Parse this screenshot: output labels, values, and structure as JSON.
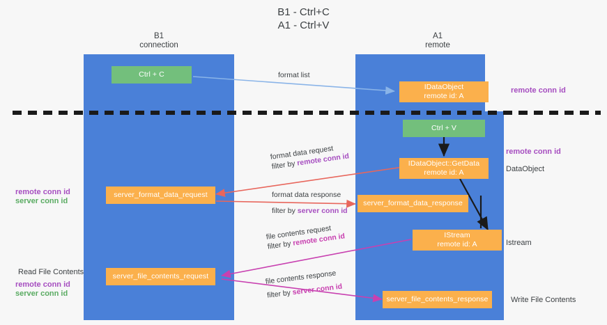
{
  "title": "B1 - Ctrl+C\nA1 - Ctrl+V",
  "lanes": [
    {
      "id": "b1",
      "header": "B1\nconnection"
    },
    {
      "id": "a1",
      "header": "A1\nremote"
    }
  ],
  "colors": {
    "lane": "#4a80d8",
    "green_box": "#73bf7c",
    "orange_box": "#fbb04c",
    "remote_conn_id": "#a64ec0",
    "server_conn_id": "#5aab62",
    "arrow_format_list": "#8ab4e8",
    "arrow_format_data": "#e8665c",
    "arrow_file_contents": "#c840b0",
    "arrow_black": "#1a1a1a",
    "divider": "#1a1a1a",
    "background": "#f7f7f7"
  },
  "boxes": {
    "ctrl_c": "Ctrl + C",
    "ctrl_v": "Ctrl + V",
    "idataobject": "IDataObject\nremote id: A",
    "idataobject_getdata": "IDataObject::GetData\nremote id: A",
    "istream": "IStream\nremote id: A",
    "server_format_data_request": "server_format_data_request",
    "server_format_data_response": "server_format_data_response",
    "server_file_contents_request": "server_file_contents_request",
    "server_file_contents_response": "server_file_contents_response"
  },
  "edge_labels": {
    "format_list": "format list",
    "format_data_request": "format data request",
    "format_data_request_filter_prefix": "filter by ",
    "format_data_request_filter_value": "remote conn id",
    "format_data_response": "format data response",
    "format_data_response_filter_prefix": "filter by ",
    "format_data_response_filter_value": "server conn id",
    "file_contents_request": "file contents request",
    "file_contents_request_filter_prefix": "filter by ",
    "file_contents_request_filter_value": "remote conn id",
    "file_contents_response": "file contents response",
    "file_contents_response_filter_prefix": "filter by ",
    "file_contents_response_filter_value": "server conn id"
  },
  "right_labels": {
    "remote_conn_id_top": "remote conn id",
    "remote_conn_id_mid": "remote conn id",
    "dataobject": "DataObject",
    "istream": "Istream",
    "write_file_contents": "Write File Contents"
  },
  "left_labels": {
    "remote_conn_id_mid": "remote conn id",
    "server_conn_id_mid": "server conn id",
    "read_file_contents": "Read File Contents",
    "remote_conn_id_bottom": "remote conn id",
    "server_conn_id_bottom": "server conn id"
  }
}
